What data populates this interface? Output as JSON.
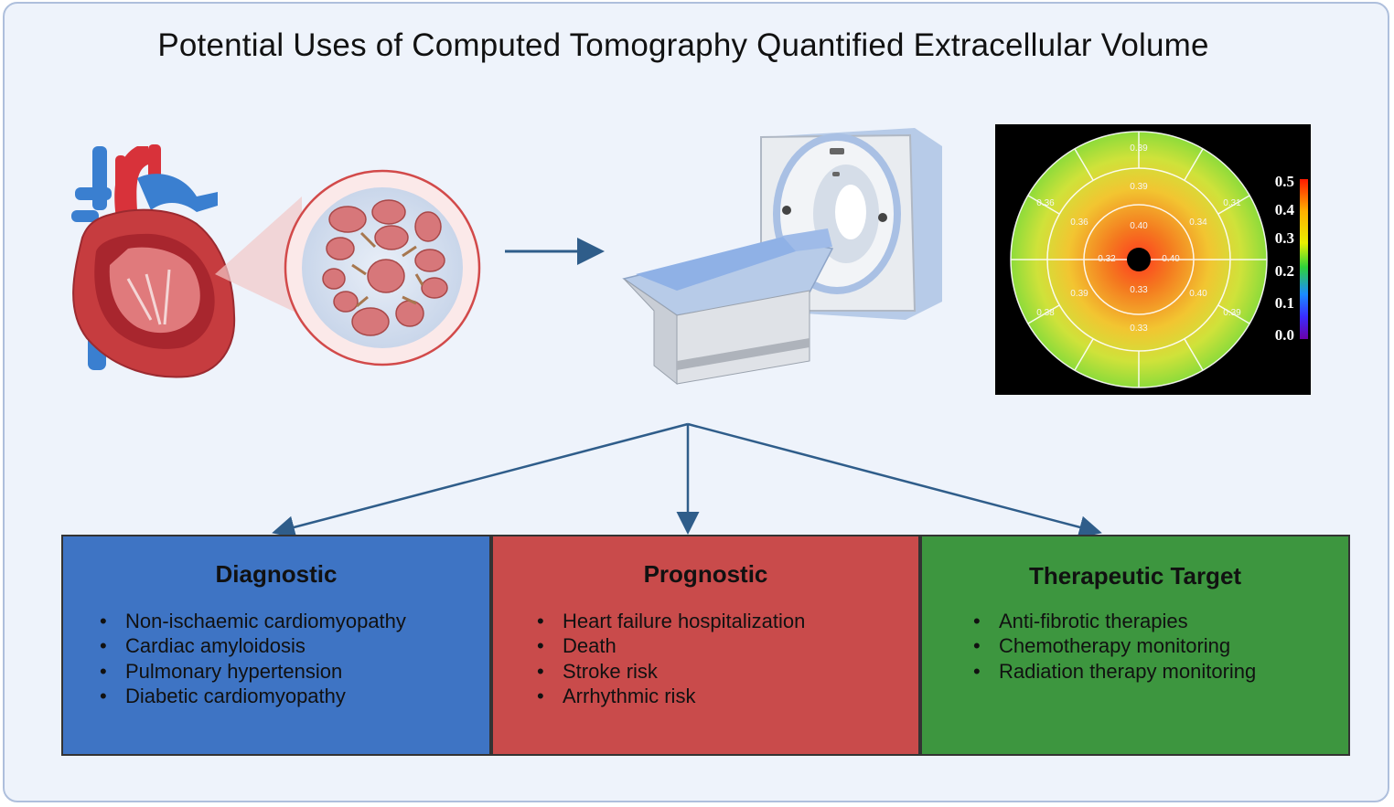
{
  "title": "Potential Uses of Computed Tomography Quantified Extracellular Volume",
  "icons": [
    "heart-anatomy-icon",
    "myocardial-tissue-icon",
    "arrow-right-icon",
    "ct-scanner-icon",
    "polar-map-icon"
  ],
  "colors": {
    "frame_bg": "#eef3fb",
    "frame_border": "#aebfdc",
    "arrow": "#2f5d8a",
    "diagnostic": "#3e74c4",
    "prognostic": "#c94b4b",
    "therapeutic": "#3d963f"
  },
  "polar_map": {
    "scale_labels": [
      "0.5",
      "0.4",
      "0.3",
      "0.2",
      "0.1",
      "0.0"
    ],
    "segment_values": [
      "0.39",
      "0.36",
      "0.31",
      "0.39",
      "0.36",
      "0.34",
      "0.40",
      "0.32",
      "0.40",
      "0.39",
      "0.33",
      "0.40",
      "0.38",
      "0.33",
      "0.39"
    ]
  },
  "boxes": {
    "diagnostic": {
      "title": "Diagnostic",
      "items": [
        "Non-ischaemic cardiomyopathy",
        "Cardiac amyloidosis",
        "Pulmonary hypertension",
        "Diabetic cardiomyopathy"
      ]
    },
    "prognostic": {
      "title": "Prognostic",
      "items": [
        "Heart failure hospitalization",
        "Death",
        "Stroke risk",
        "Arrhythmic risk"
      ]
    },
    "therapeutic": {
      "title": "Therapeutic Target",
      "items": [
        "Anti-fibrotic therapies",
        "Chemotherapy monitoring",
        "Radiation therapy monitoring"
      ]
    }
  }
}
